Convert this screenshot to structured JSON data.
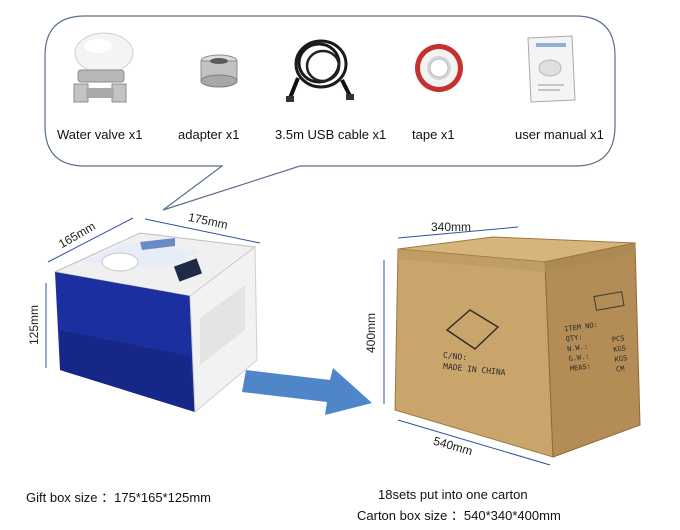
{
  "contents": {
    "items": [
      {
        "label": "Water valve x1",
        "icon": "water-valve-icon"
      },
      {
        "label": "adapter x1",
        "icon": "adapter-icon"
      },
      {
        "label": "3.5m USB cable x1",
        "icon": "usb-cable-icon"
      },
      {
        "label": "tape x1",
        "icon": "tape-roll-icon"
      },
      {
        "label": "user manual x1",
        "icon": "user-manual-icon"
      }
    ]
  },
  "gift_box": {
    "length_label": "175mm",
    "width_label": "165mm",
    "height_label": "125mm",
    "size_caption": "Gift box size ：175*165*125mm",
    "colors": {
      "blue": "#1c2f9e",
      "white": "#f2f2f2"
    }
  },
  "carton": {
    "top_label": "340mm",
    "height_label": "400mm",
    "bottom_label": "540mm",
    "caption_line1": "18sets put into one carton",
    "caption_line2": "Carton box size ：540*340*400mm",
    "print_cno": "C/NO:",
    "print_made": "MADE IN CHINA",
    "print_fields": [
      "ITEM NO:",
      "QTY:",
      "N.W.:",
      "G.W.:",
      "MEAS:"
    ],
    "print_units": [
      "PCS",
      "KGS",
      "KGS",
      "CM"
    ],
    "colors": {
      "front": "#c9a56c",
      "side": "#b38d55",
      "top": "#d7b47c"
    }
  },
  "arrow": {
    "color": "#4e86c8"
  }
}
